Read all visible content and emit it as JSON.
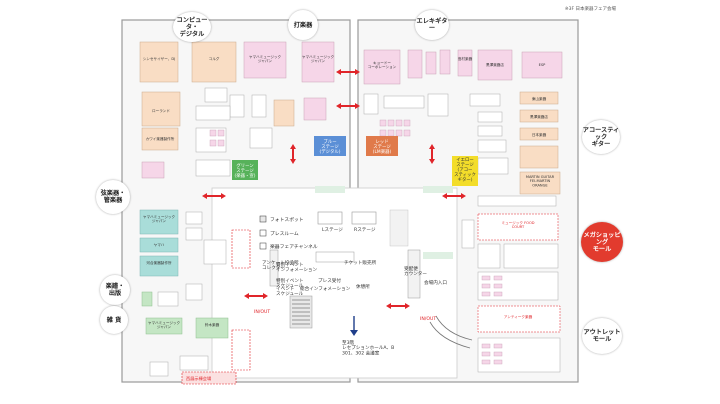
{
  "note": "※3F 日本楽器フェア会場",
  "categories": [
    {
      "id": "digital",
      "label": "コンピュータ・\nデジタル",
      "highlight": false
    },
    {
      "id": "drums",
      "label": "打楽器",
      "highlight": false
    },
    {
      "id": "electric",
      "label": "エレキギター",
      "highlight": false
    },
    {
      "id": "acoustic",
      "label": "アコースティック\nギター",
      "highlight": false
    },
    {
      "id": "wind",
      "label": "弦楽器・\n管楽器",
      "highlight": false
    },
    {
      "id": "sheet",
      "label": "楽譜・\n出版",
      "highlight": false
    },
    {
      "id": "other",
      "label": "雑 貨",
      "highlight": false
    },
    {
      "id": "mega",
      "label": "メガショッピング\nモール",
      "highlight": true
    },
    {
      "id": "outlet",
      "label": "アウトレット\nモール",
      "highlight": false
    }
  ],
  "stages": [
    {
      "id": "blue",
      "label": "ブルー\nステージ\n(デジタル)",
      "color": "#5b8fd6"
    },
    {
      "id": "red",
      "label": "レッド\nステージ\n(LM楽器)",
      "color": "#e07a4a"
    },
    {
      "id": "green",
      "label": "グリーン\nステージ\n(楽器・宣)",
      "color": "#57b25a"
    },
    {
      "id": "yellow",
      "label": "イエロー\nステージ\n(アコー\nスティック\nギター)",
      "color": "#f3dd2a"
    }
  ],
  "legend": [
    {
      "label": "フォトスポット"
    },
    {
      "label": "プレスルーム"
    },
    {
      "label": "楽器フェアチャンネル"
    }
  ],
  "center_labels": {
    "l_stage": "Lステージ",
    "r_stage": "Rステージ",
    "event_info": "特別イベント\nインフォメーション",
    "ticket": "チケット販売所",
    "event_schedule": "特別イベント\nスケジュール",
    "event_schedule2": "イベント\nスケジュール",
    "press": "プレス受付",
    "general_info": "総合インフォメーション",
    "rest": "休憩所",
    "venue_ent": "会場内入口",
    "counter": "受配便\nカウンター",
    "enquete": "アンケート投函所\nコレクター",
    "exit_top": "IN/OUT",
    "exit_right": "IN/OUT",
    "west_hall": "西展示棟会場",
    "arrow_caption": "至3階\nレセプションホールA、B\n301、302 会議室"
  },
  "shops_left": [
    "シンセサイザー、DJ",
    "ローランド",
    "ヤマハミュージック\nジャパン",
    "コルグ",
    "カワイ楽器製作所",
    "ヤマハミュージック\nジャパン",
    "ヤマハミュージック\nジャパン",
    "ヤマハ",
    "河合楽器製作所",
    "ヤマハミュージック\nジャパン",
    "鈴木楽器"
  ],
  "shops_right": [
    "キョードー\nコーポレーション",
    "島村楽器",
    "黒澤楽器店",
    "ESP",
    "東山楽器",
    "黒澤楽器店",
    "日本楽器",
    "MARTIN GUITAR\nFEI-MARTIN\nORANGE"
  ],
  "mall_items": [
    "ミュージック FOOD\nCOURT",
    "アンティーク楽器"
  ],
  "colors": {
    "pink": "#f6d6e8",
    "peach": "#f9ddc4",
    "teal": "#a9ddd9",
    "green": "#c4e6c4",
    "arrow": "#e0252a",
    "walkway": "#dff0e3",
    "navy": "#1f3e8a"
  }
}
